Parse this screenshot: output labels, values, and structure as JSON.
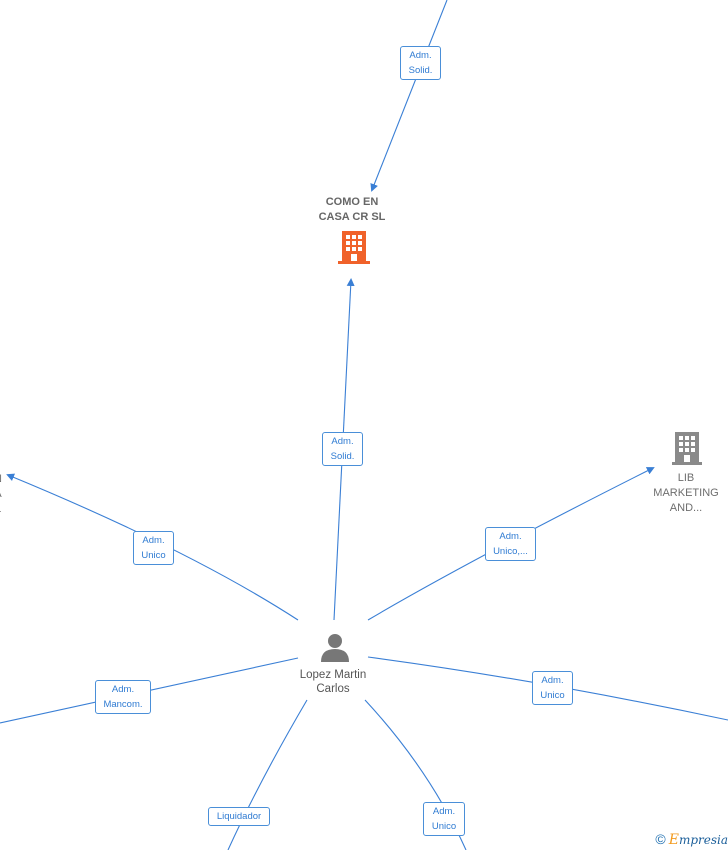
{
  "nodes": {
    "company_main": {
      "line1": "COMO EN",
      "line2": "CASA CR  SL",
      "color": "#f0622a"
    },
    "company_lib": {
      "line1": "LIB",
      "line2": "MARKETING",
      "line3": "AND...",
      "color": "#8a8a8a"
    },
    "company_left_partial": {
      "line1": "N",
      "line2": "A",
      "line3": "L"
    },
    "person": {
      "line1": "Lopez Martin",
      "line2": "Carlos",
      "color": "#777777"
    }
  },
  "edges": {
    "top": {
      "line1": "Adm.",
      "line2": "Solid."
    },
    "center": {
      "line1": "Adm.",
      "line2": "Solid."
    },
    "left_upper": {
      "line1": "Adm.",
      "line2": "Unico"
    },
    "right_upper": {
      "line1": "Adm.",
      "line2": "Unico,..."
    },
    "left_lower": {
      "line1": "Adm.",
      "line2": "Mancom."
    },
    "right_lower": {
      "line1": "Adm.",
      "line2": "Unico"
    },
    "bottom_left": {
      "line1": "Liquidador"
    },
    "bottom_right": {
      "line1": "Adm.",
      "line2": "Unico"
    }
  },
  "colors": {
    "edge": "#3a7fd5"
  },
  "watermark": {
    "symbol": "©",
    "brand_initial": "E",
    "brand_rest": "mpresia"
  }
}
